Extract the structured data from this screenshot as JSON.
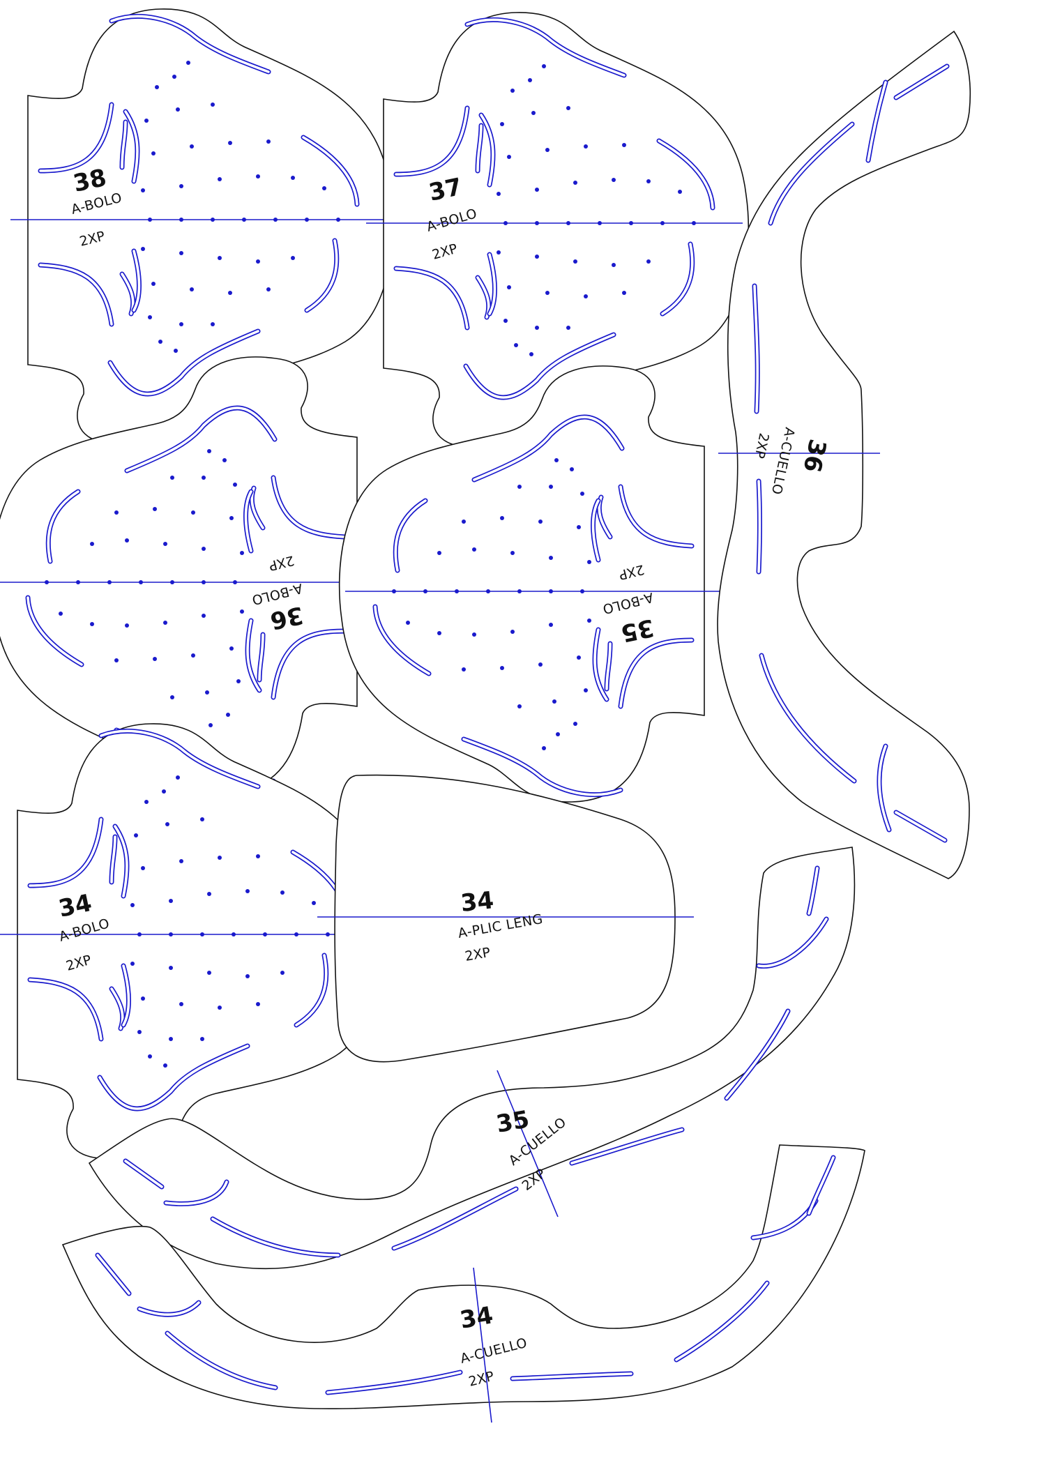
{
  "pieces": [
    {
      "id": "p38",
      "number": "38",
      "name": "A-BOLO",
      "qty": "2XP"
    },
    {
      "id": "p37",
      "number": "37",
      "name": "A-BOLO",
      "qty": "2XP"
    },
    {
      "id": "p36b",
      "number": "36",
      "name": "A-BOLO",
      "qty": "2XP"
    },
    {
      "id": "p35b",
      "number": "35",
      "name": "A-BOLO",
      "qty": "2XP"
    },
    {
      "id": "p34b",
      "number": "34",
      "name": "A-BOLO",
      "qty": "2XP"
    },
    {
      "id": "p36c",
      "number": "36",
      "name": "A-CUELLO",
      "qty": "2XP"
    },
    {
      "id": "p34p",
      "number": "34",
      "name": "A-PLIC LENG",
      "qty": "2XP"
    },
    {
      "id": "p35c",
      "number": "35",
      "name": "A-CUELLO",
      "qty": "2XP"
    },
    {
      "id": "p34c",
      "number": "34",
      "name": "A-CUELLO",
      "qty": "2XP"
    }
  ],
  "colors": {
    "outline": "#111111",
    "guide": "#1a1acc"
  }
}
